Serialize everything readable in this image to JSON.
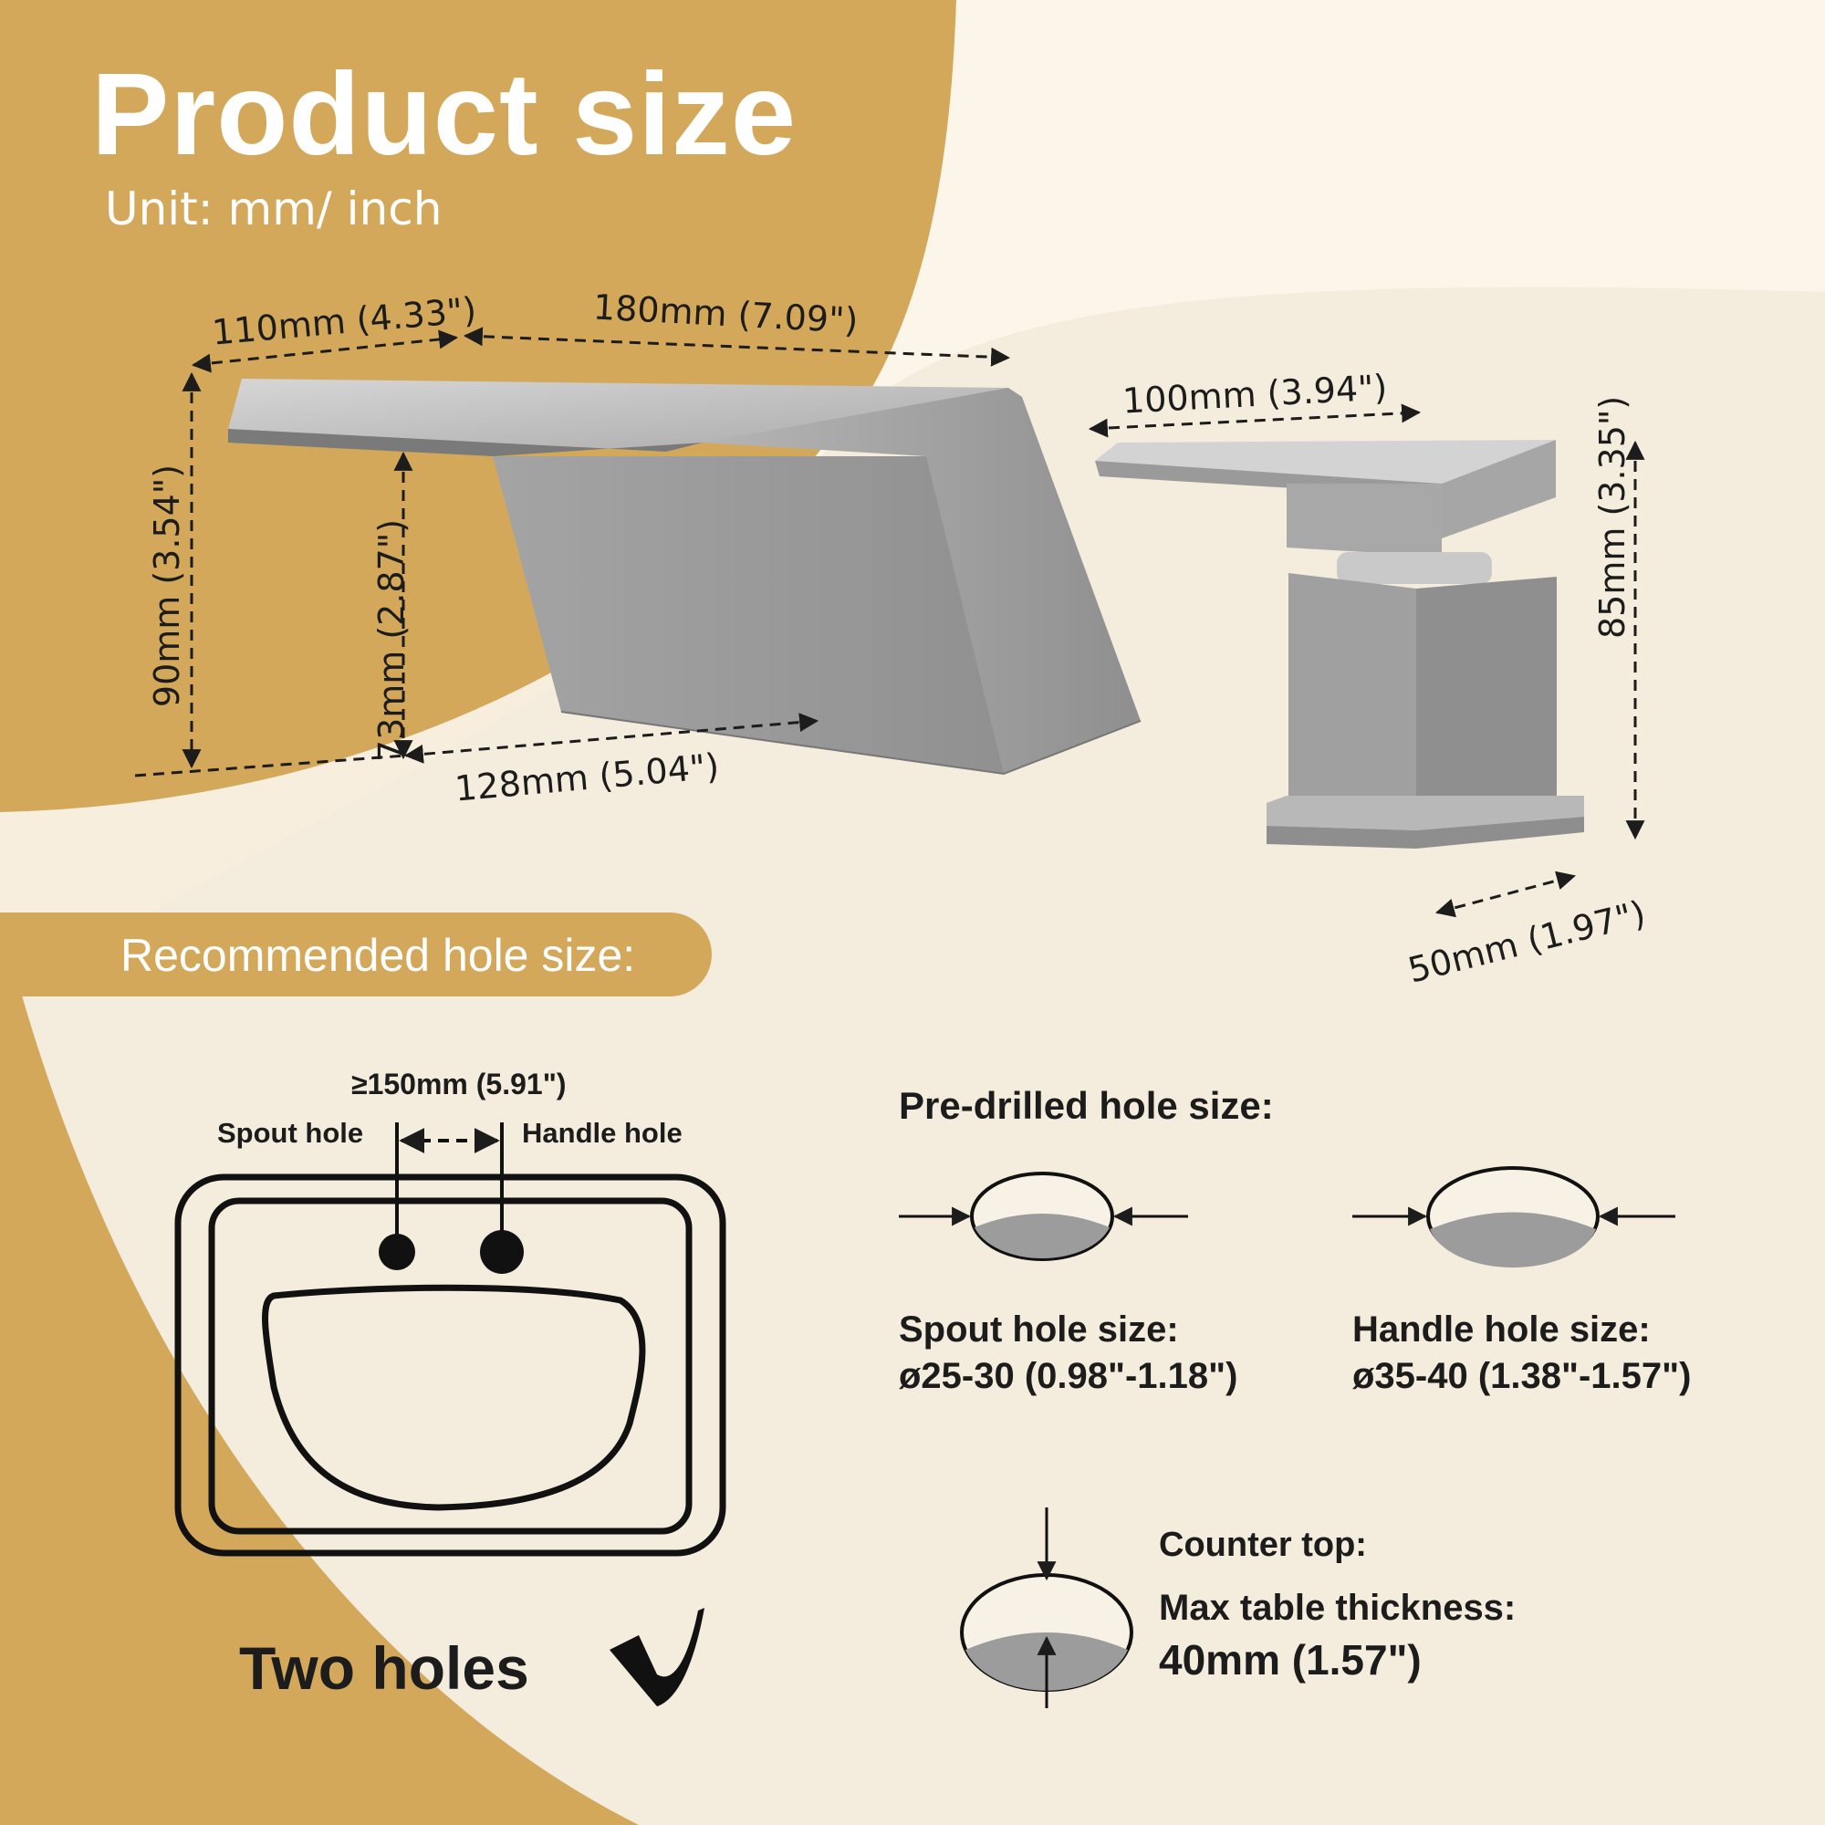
{
  "header": {
    "title": "Product size",
    "unit": "Unit: mm/ inch"
  },
  "dimensions": {
    "spout_depth": "110mm (4.33\")",
    "spout_length": "180mm (7.09\")",
    "spout_height": "90mm (3.54\")",
    "spout_clearance": "73mm (2.87\")",
    "spout_base": "128mm (5.04\")",
    "handle_length": "100mm (3.94\")",
    "handle_height": "85mm (3.35\")",
    "handle_base": "50mm (1.97\")"
  },
  "recommended": {
    "heading": "Recommended hole size:",
    "spacing": "≥150mm (5.91\")",
    "spout_hole": "Spout hole",
    "handle_hole": "Handle hole",
    "holes_label": "Two holes"
  },
  "predrilled": {
    "heading": "Pre-drilled hole size:",
    "spout_title": "Spout hole size:",
    "spout_value": "ø25-30 (0.98\"-1.18\")",
    "handle_title": "Handle hole size:",
    "handle_value": "ø35-40 (1.38\"-1.57\")"
  },
  "counter": {
    "title": "Counter top:",
    "label": "Max table thickness:",
    "value": "40mm (1.57\")"
  },
  "colors": {
    "gold": "#d4a85a",
    "cream": "#f4ecdc",
    "metal": "#9c9c9c"
  }
}
